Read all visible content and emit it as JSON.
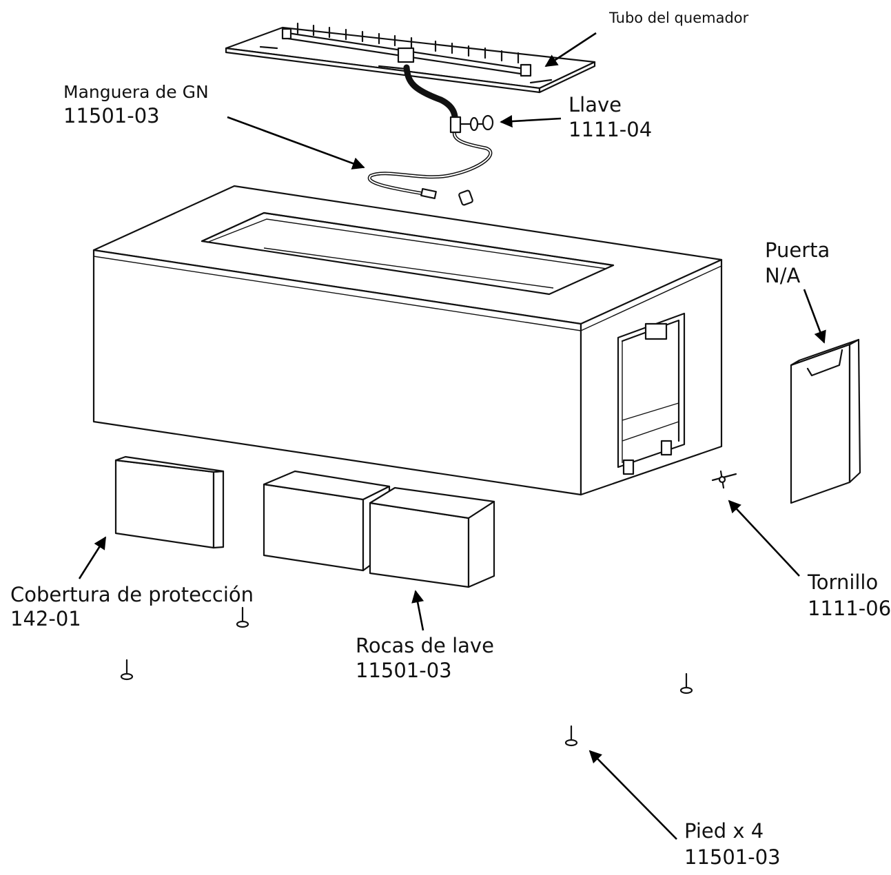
{
  "callouts": {
    "burner_tube": {
      "line1": "Tubo del quemador"
    },
    "gas_hose": {
      "line1": "Manguera de GN",
      "line2": "11501-03"
    },
    "valve_key": {
      "line1": "Llave",
      "line2": "1111-04"
    },
    "door": {
      "line1": "Puerta",
      "line2": "N/A"
    },
    "protective_cover": {
      "line1": "Cobertura de protección",
      "line2": "142-01"
    },
    "lava_rocks": {
      "line1": "Rocas de lave",
      "line2": "11501-03"
    },
    "screw": {
      "line1": "Tornillo",
      "line2": "1111-06"
    },
    "feet": {
      "line1": "Pied x 4",
      "line2": "11501-03"
    }
  }
}
